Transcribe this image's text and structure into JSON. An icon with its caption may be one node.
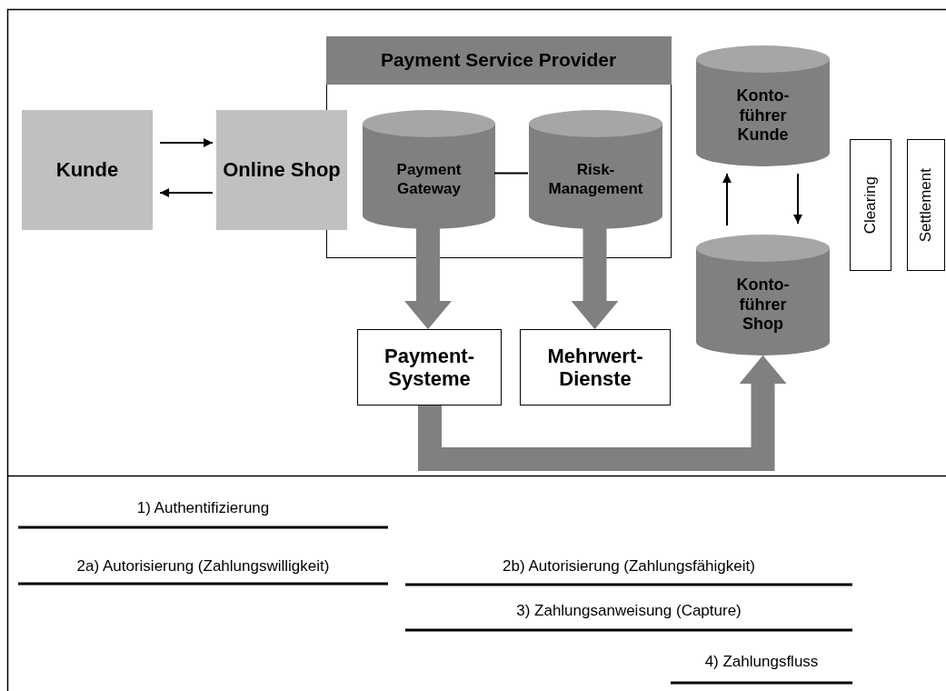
{
  "diagram": {
    "nodes": [
      {
        "text": [
          "Payment Service Provider"
        ]
      },
      {
        "text": [
          "Kunde"
        ]
      },
      {
        "text": [
          "Online Shop"
        ]
      },
      {
        "text": [
          "Payment Gateway"
        ],
        "in": 0
      },
      {
        "text": [
          "Risk-Management"
        ],
        "in": 0
      },
      {
        "text": [
          "Konto-führer Kunde"
        ]
      },
      {
        "text": [
          "Payment-Systeme"
        ]
      },
      {
        "text": [
          "Mehrwert-Dienste"
        ]
      },
      {
        "text": [
          "Konto-führer Shop"
        ]
      },
      {
        "text": [
          "Clearing"
        ]
      },
      {
        "text": [
          "Settlement"
        ]
      }
    ],
    "edges": [
      {
        "from": 1,
        "to": 2,
        "arrow": "to"
      },
      {
        "from": 2,
        "to": 1,
        "arrow": "to"
      },
      {
        "from": 3,
        "to": 4,
        "arrow": "none"
      },
      {
        "from": 3,
        "to": 6,
        "arrow": "to",
        "style": "thick",
        "color": "#808080"
      },
      {
        "from": 4,
        "to": 7,
        "arrow": "to",
        "style": "thick",
        "color": "#808080"
      },
      {
        "from": 6,
        "to": 8,
        "arrow": "to",
        "style": "thick",
        "color": "#808080"
      },
      {
        "from": 8,
        "to": 5,
        "arrow": "to"
      },
      {
        "from": 5,
        "to": 8,
        "arrow": "to"
      }
    ],
    "labels": [
      "1) Authentifizierung",
      "2a) Autorisierung (Zahlungswilligkeit)",
      "2b) Autorisierung (Zahlungsfähigkeit)",
      "3) Zahlungsanweisung (Capture)",
      "4) Zahlungsfluss"
    ]
  }
}
